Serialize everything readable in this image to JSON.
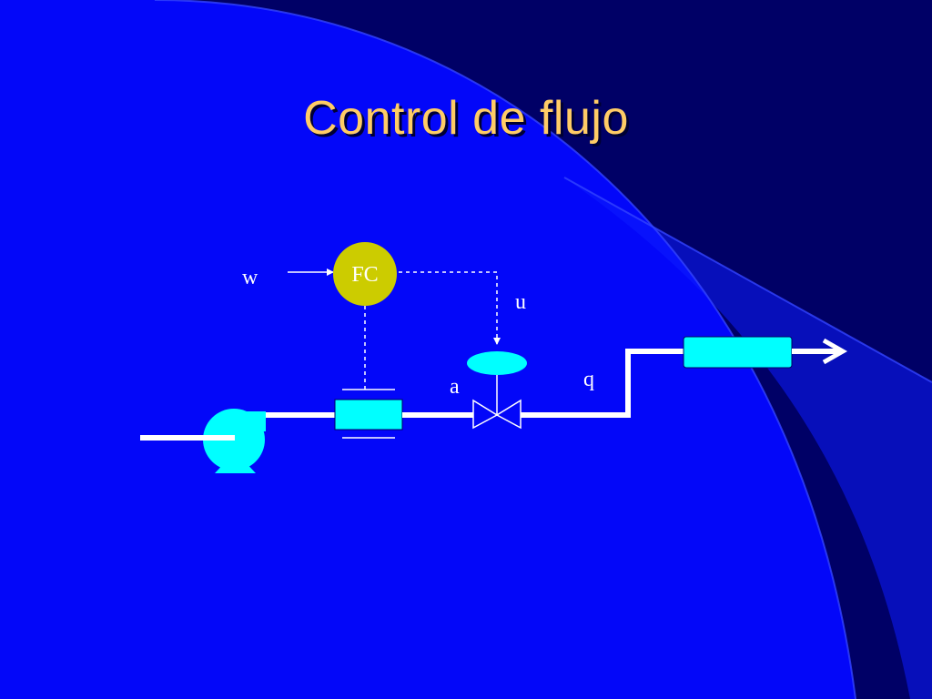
{
  "slide": {
    "title": "Control de flujo"
  },
  "diagram": {
    "controller_label": "FC",
    "setpoint_label": "w",
    "control_signal_label": "u",
    "valve_opening_label": "a",
    "flow_label": "q"
  },
  "colors": {
    "background_dark": "#000066",
    "background_bright": "#0000ff",
    "title": "#ffcc66",
    "controller_fill": "#cccc00",
    "equipment_fill": "#00ffff",
    "pipe": "#ffffff"
  }
}
